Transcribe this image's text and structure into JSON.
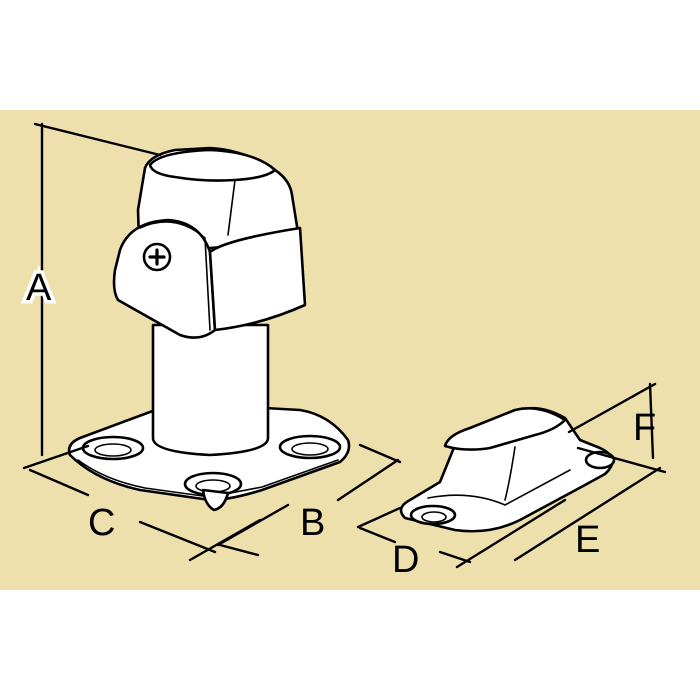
{
  "diagram": {
    "background_color": "#EEE0AD",
    "page_color": "#FFFFFF",
    "line_color": "#000000",
    "parts": [
      {
        "name": "door-stop",
        "description": "Floor-mounted door stop with pivoting head, screw, post and three-hole base"
      },
      {
        "name": "door-catch",
        "description": "Low profile floor catch with two mounting holes"
      }
    ],
    "dimension_labels": {
      "A": "A",
      "B": "B",
      "C": "C",
      "D": "D",
      "E": "E",
      "F": "F"
    }
  }
}
